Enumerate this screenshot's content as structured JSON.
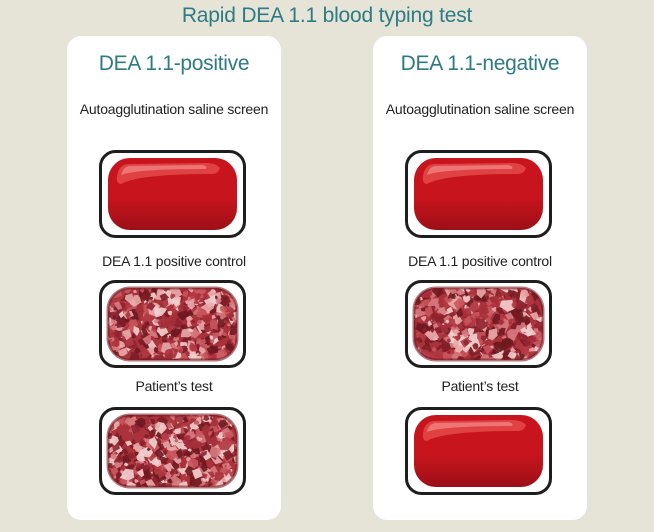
{
  "title": "Rapid DEA 1.1 blood typing test",
  "panels": [
    {
      "heading": "DEA 1.1-positive",
      "tests": [
        {
          "label": "Autoagglutination saline screen",
          "result": "smooth"
        },
        {
          "label": "DEA 1.1 positive control",
          "result": "agglutinated"
        },
        {
          "label": "Patient’s test",
          "result": "agglutinated"
        }
      ]
    },
    {
      "heading": "DEA 1.1-negative",
      "tests": [
        {
          "label": "Autoagglutination saline screen",
          "result": "smooth"
        },
        {
          "label": "DEA 1.1 positive control",
          "result": "agglutinated"
        },
        {
          "label": "Patient’s test",
          "result": "smooth"
        }
      ]
    }
  ],
  "colors": {
    "title": "#2d7b85",
    "panel": "#ffffff",
    "background": "#e6e3d7",
    "blood_dark": "#9c0f17",
    "blood_mid": "#c8141d",
    "blood_light": "#e8504f",
    "well_border": "#1e1e1e"
  }
}
